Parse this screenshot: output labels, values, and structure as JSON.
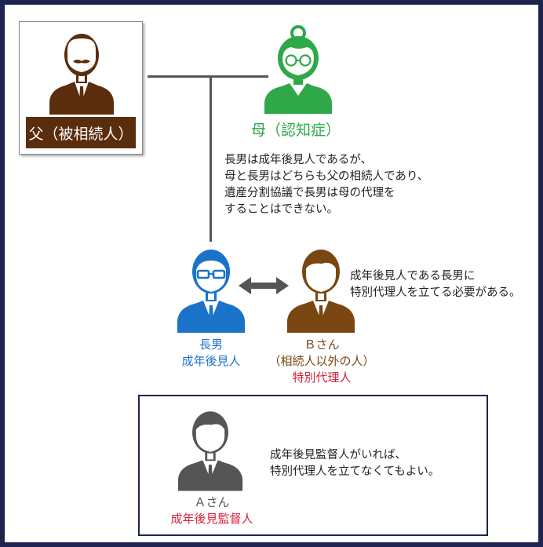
{
  "colors": {
    "frame": "#1f2350",
    "father": "#5a2d0c",
    "mother": "#2fa84a",
    "son": "#1a73c9",
    "agent": "#7a4612",
    "supervisor": "#555555",
    "accent_red": "#d81e3a"
  },
  "father": {
    "icon": "man-mustache-icon",
    "label": "父（被相続人）"
  },
  "mother": {
    "icon": "elderly-woman-glasses-icon",
    "label": "母（認知症）"
  },
  "note_main": [
    "長男は成年後見人であるが、",
    "母と長男はどちらも父の相続人であり、",
    "遺産分割協議で長男は母の代理を",
    "することはできない。"
  ],
  "son": {
    "icon": "man-glasses-icon",
    "role": "長男",
    "title": "成年後見人"
  },
  "agent": {
    "icon": "businessman-icon",
    "name": "Ｂさん",
    "desc": "（相続人以外の人）",
    "title": "特別代理人"
  },
  "note_agent": [
    "成年後見人である長男に",
    "特別代理人を立てる必要がある。"
  ],
  "supervisor": {
    "icon": "businessman-gray-icon",
    "name": "Ａさん",
    "title": "成年後見監督人"
  },
  "note_supervisor": [
    "成年後見監督人がいれば、",
    "特別代理人を立てなくてもよい。"
  ],
  "connector_icon": "double-arrow-icon"
}
